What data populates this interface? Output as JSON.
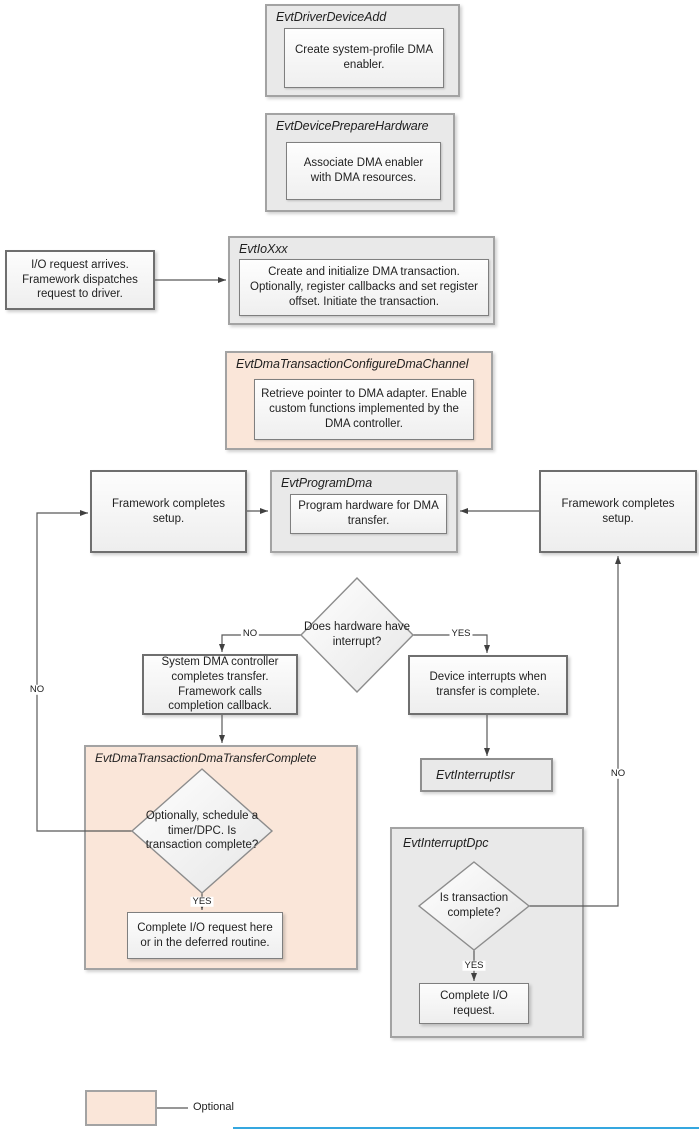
{
  "labels": {
    "yes": "YES",
    "no": "NO"
  },
  "legend": {
    "label": "Optional"
  },
  "nodes": {
    "driver_device_add": {
      "title": "EvtDriverDeviceAdd",
      "body": "Create system-profile DMA enabler."
    },
    "device_prepare_hardware": {
      "title": "EvtDevicePrepareHardware",
      "body": "Associate DMA enabler with DMA resources."
    },
    "io_request": {
      "body": "I/O request arrives. Framework dispatches request to driver."
    },
    "io_xxx": {
      "title": "EvtIoXxx",
      "body": "Create and initialize DMA transaction. Optionally, register callbacks and set register offset. Initiate the transaction."
    },
    "configure_dma_channel": {
      "title": "EvtDmaTransactionConfigureDmaChannel",
      "body": "Retrieve pointer to DMA adapter. Enable custom functions implemented by the DMA controller."
    },
    "framework_setup_left": {
      "body": "Framework completes setup."
    },
    "program_dma": {
      "title": "EvtProgramDma",
      "body": "Program hardware for DMA transfer."
    },
    "framework_setup_right": {
      "body": "Framework completes setup."
    },
    "hardware_interrupt_decision": {
      "question": "Does hardware have interrupt?"
    },
    "system_dma_completes": {
      "body": "System DMA controller completes transfer. Framework calls completion callback."
    },
    "device_interrupts": {
      "body": "Device interrupts when transfer is complete."
    },
    "interrupt_isr": {
      "title": "EvtInterruptIsr"
    },
    "dma_transfer_complete": {
      "title": "EvtDmaTransactionDmaTransferComplete",
      "question": "Optionally, schedule a timer/DPC.  Is transaction complete?",
      "body": "Complete I/O request here or in the deferred routine."
    },
    "interrupt_dpc": {
      "title": "EvtInterruptDpc",
      "question": "Is transaction complete?",
      "body": "Complete I/O request."
    }
  },
  "colors": {
    "optional_fill": "#FAE6D9",
    "container_fill": "#E9E9E9",
    "box_border": "#A3A3A3",
    "connector": "#595959"
  }
}
